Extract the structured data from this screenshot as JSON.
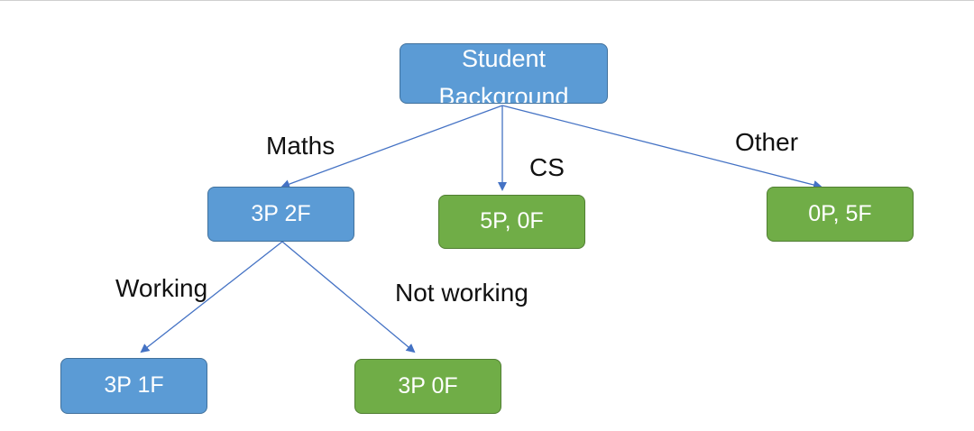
{
  "diagram": {
    "type": "decision-tree",
    "colors": {
      "blue_node": "#5b9bd5",
      "green_node": "#70ad47",
      "edge": "#4472c4"
    },
    "nodes": {
      "root": {
        "label": "Student\nBackground",
        "color": "blue"
      },
      "maths": {
        "label": "3P 2F",
        "color": "blue"
      },
      "cs": {
        "label": "5P, 0F",
        "color": "green"
      },
      "other": {
        "label": "0P, 5F",
        "color": "green"
      },
      "working": {
        "label": "3P 1F",
        "color": "blue"
      },
      "not_working": {
        "label": "3P 0F",
        "color": "green"
      }
    },
    "edges": {
      "root_maths": {
        "label": "Maths",
        "from": "root",
        "to": "maths"
      },
      "root_cs": {
        "label": "CS",
        "from": "root",
        "to": "cs"
      },
      "root_other": {
        "label": "Other",
        "from": "root",
        "to": "other"
      },
      "maths_working": {
        "label": "Working",
        "from": "maths",
        "to": "working"
      },
      "maths_not_working": {
        "label": "Not working",
        "from": "maths",
        "to": "not_working"
      }
    }
  }
}
